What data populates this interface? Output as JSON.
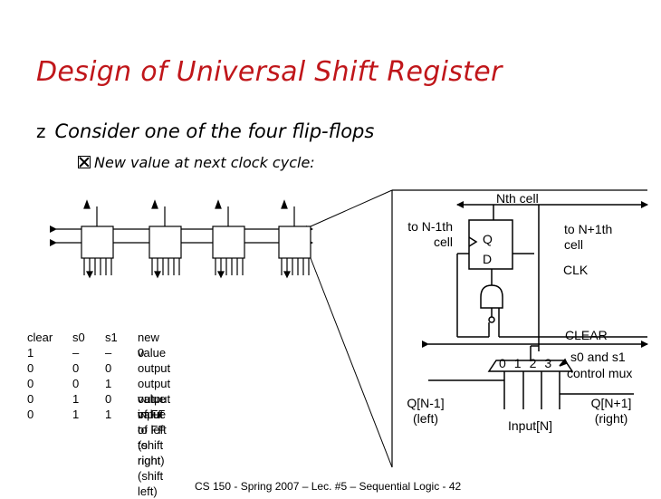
{
  "slide": {
    "title": "Design of Universal Shift Register",
    "bullet1": {
      "marker": "z",
      "text": "Consider one of the four flip-flops"
    },
    "bullet2": {
      "text": "New value at next clock cycle:"
    },
    "footer": "CS 150 - Spring  2007 – Lec. #5 – Sequential Logic - 42"
  },
  "diagram": {
    "nth_cell": "Nth cell",
    "to_prev": [
      "to N-1th",
      "cell"
    ],
    "to_next": [
      "to N+1th",
      "cell"
    ],
    "q": "Q",
    "d": "D",
    "clk": "CLK",
    "clear": "CLEAR",
    "mux_inputs": [
      "0",
      "1",
      "2",
      "3"
    ],
    "select": [
      "s0 and s1",
      "control mux"
    ],
    "left_in": [
      "Q[N-1]",
      "(left)"
    ],
    "right_in": [
      "Q[N+1]",
      "(right)"
    ],
    "input": "Input[N]"
  },
  "table": {
    "headers": [
      "clear",
      "s0",
      "s1",
      "new value"
    ],
    "rows": [
      [
        "1",
        "–",
        "–",
        "0"
      ],
      [
        "0",
        "0",
        "0",
        "output"
      ],
      [
        "0",
        "0",
        "1",
        "output value of FF to left (shift right)"
      ],
      [
        "0",
        "1",
        "0",
        "output value of FF to right (shift left)"
      ],
      [
        "0",
        "1",
        "1",
        "input"
      ]
    ]
  }
}
